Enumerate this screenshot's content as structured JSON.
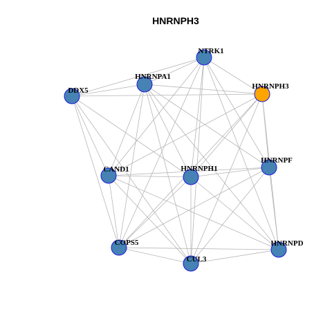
{
  "title": "HNRNPH3",
  "colors": {
    "node_default": "#4682B4",
    "node_focus": "#FFA500",
    "node_border": "#1A1ADF",
    "edge": "#B5B5B5"
  },
  "nodes": [
    {
      "id": "NTRK1",
      "label": "NTRK1",
      "focus": false
    },
    {
      "id": "HNRNPA1",
      "label": "HNRNPA1",
      "focus": false
    },
    {
      "id": "HNRNPH3",
      "label": "HNRNPH3",
      "focus": true
    },
    {
      "id": "DDX5",
      "label": "DDX5",
      "focus": false
    },
    {
      "id": "CAND1",
      "label": "CAND1",
      "focus": false
    },
    {
      "id": "HNRNPH1",
      "label": "HNRNPH1",
      "focus": false
    },
    {
      "id": "HNRNPF",
      "label": "HNRNPF",
      "focus": false
    },
    {
      "id": "COPS5",
      "label": "COPS5",
      "focus": false
    },
    {
      "id": "HNRNPD",
      "label": "HNRNPD",
      "focus": false
    },
    {
      "id": "CUL3",
      "label": "CUL3",
      "focus": false
    }
  ],
  "edges": [
    [
      "NTRK1",
      "DDX5"
    ],
    [
      "NTRK1",
      "HNRNPA1"
    ],
    [
      "NTRK1",
      "HNRNPH3"
    ],
    [
      "NTRK1",
      "CAND1"
    ],
    [
      "NTRK1",
      "HNRNPH1"
    ],
    [
      "NTRK1",
      "HNRNPF"
    ],
    [
      "NTRK1",
      "COPS5"
    ],
    [
      "NTRK1",
      "CUL3"
    ],
    [
      "NTRK1",
      "HNRNPD"
    ],
    [
      "HNRNPA1",
      "DDX5"
    ],
    [
      "HNRNPA1",
      "HNRNPH3"
    ],
    [
      "HNRNPA1",
      "CAND1"
    ],
    [
      "HNRNPA1",
      "HNRNPH1"
    ],
    [
      "HNRNPA1",
      "HNRNPF"
    ],
    [
      "HNRNPA1",
      "COPS5"
    ],
    [
      "HNRNPA1",
      "CUL3"
    ],
    [
      "HNRNPA1",
      "HNRNPD"
    ],
    [
      "DDX5",
      "HNRNPH3"
    ],
    [
      "DDX5",
      "CAND1"
    ],
    [
      "DDX5",
      "HNRNPH1"
    ],
    [
      "DDX5",
      "COPS5"
    ],
    [
      "DDX5",
      "CUL3"
    ],
    [
      "HNRNPH3",
      "CAND1"
    ],
    [
      "HNRNPH3",
      "HNRNPH1"
    ],
    [
      "HNRNPH3",
      "HNRNPF"
    ],
    [
      "HNRNPH3",
      "COPS5"
    ],
    [
      "HNRNPH3",
      "CUL3"
    ],
    [
      "HNRNPH3",
      "HNRNPD"
    ],
    [
      "CAND1",
      "HNRNPH1"
    ],
    [
      "CAND1",
      "HNRNPF"
    ],
    [
      "CAND1",
      "COPS5"
    ],
    [
      "CAND1",
      "CUL3"
    ],
    [
      "CAND1",
      "HNRNPD"
    ],
    [
      "HNRNPH1",
      "HNRNPF"
    ],
    [
      "HNRNPH1",
      "COPS5"
    ],
    [
      "HNRNPH1",
      "CUL3"
    ],
    [
      "HNRNPH1",
      "HNRNPD"
    ],
    [
      "HNRNPF",
      "COPS5"
    ],
    [
      "HNRNPF",
      "CUL3"
    ],
    [
      "HNRNPF",
      "HNRNPD"
    ],
    [
      "COPS5",
      "CUL3"
    ],
    [
      "COPS5",
      "HNRNPD"
    ],
    [
      "CUL3",
      "HNRNPD"
    ]
  ]
}
